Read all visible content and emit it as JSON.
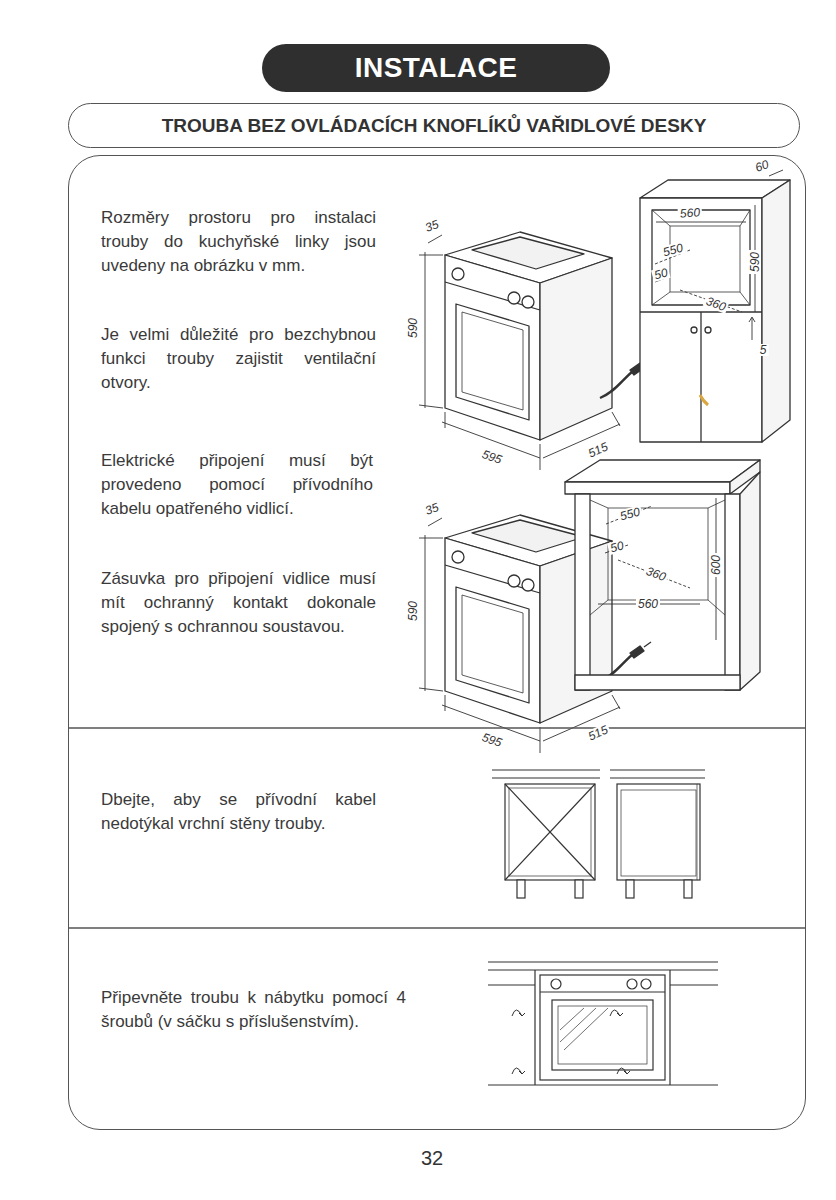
{
  "diagram": {
    "nodes": [
      {
        "text": [
          "INSTALACE"
        ]
      },
      {
        "text": [
          "TROUBA BEZ OVLÁDACÍCH KNOFLÍKŮ VAŘIDLOVÉ DESKY"
        ]
      },
      {
        "text": [
          "Rozměry prostoru pro instalaci trouby do kuchyňské linky jsou uvedeny na obrázku v mm.",
          "Je velmi důležité pro bezchybnou funkci trouby zajistit ventilační otvory.",
          "Elektrické připojení musí být provedeno pomocí přívodního kabelu opatřeného vidlicí.",
          "Zásuvka pro připojení vidlice musí mít ochranný kontakt dokonale spojený s ochrannou soustavou.",
          "Dbejte, aby se přívodní kabel nedotýkal vrchní stěny trouby.",
          "Připevněte troubu k nábytku pomocí 4 šroubů (v sáčku s příslušenstvím)."
        ]
      }
    ],
    "edges": [],
    "labels": [
      "35",
      "590",
      "595",
      "515",
      "60",
      "560",
      "550",
      "50",
      "360",
      "590",
      "5",
      "35",
      "590",
      "595",
      "515",
      "550",
      "50",
      "360",
      "560",
      "600",
      "32"
    ]
  }
}
